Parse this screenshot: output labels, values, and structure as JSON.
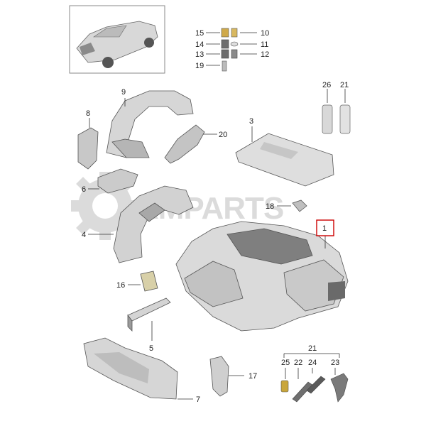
{
  "watermark": "RMPARTS",
  "callouts": {
    "c15": "15",
    "c10": "10",
    "c14": "14",
    "c11": "11",
    "c13": "13",
    "c12": "12",
    "c19": "19",
    "c9": "9",
    "c8": "8",
    "c20": "20",
    "c3": "3",
    "c26": "26",
    "c21a": "21",
    "c6": "6",
    "c18": "18",
    "c1": "1",
    "c4": "4",
    "c16": "16",
    "c5": "5",
    "c7": "7",
    "c17": "17",
    "c21b": "21",
    "c25": "25",
    "c22": "22",
    "c24": "24",
    "c23": "23"
  },
  "highlighted_callout": "1",
  "colors": {
    "highlight": "#cc0000",
    "part_fill": "#dcdcdc",
    "part_dark": "#9a9a9a",
    "watermark": "#bdbdbd"
  }
}
